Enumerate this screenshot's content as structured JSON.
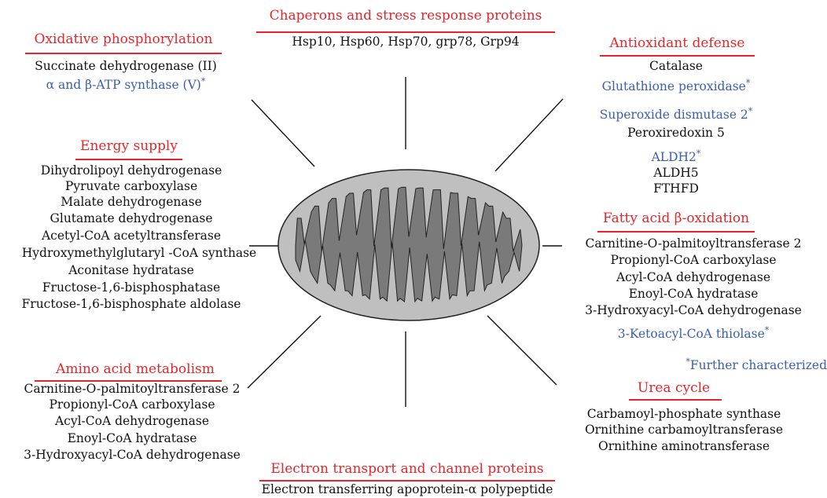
{
  "colors": {
    "title": "#e5262b",
    "text": "#111111",
    "highlight": "#3b5fae",
    "mito_outer": "#bfbfbf",
    "mito_inner": "#7a7a7a"
  },
  "chaperons": {
    "title": "Chaperons and stress response proteins",
    "items": "Hsp10, Hsp60, Hsp70,  grp78, Grp94"
  },
  "oxidative": {
    "title": "Oxidative phosphorylation",
    "item1": "Succinate dehydrogenase (II)",
    "item2": "α and  β-ATP synthase (V)",
    "star": "*"
  },
  "antioxidant": {
    "title": "Antioxidant defense",
    "catalase": "Catalase",
    "gpx": "Glutathione peroxidase",
    "sod2": "Superoxide dismutase 2",
    "prx5": "Peroxiredoxin 5",
    "aldh2": "ALDH2",
    "aldh5": "ALDH5",
    "fthfd": "FTHFD",
    "star": "*"
  },
  "energy": {
    "title": "Energy supply",
    "items": [
      "Dihydrolipoyl dehydrogenase",
      "Pyruvate carboxylase",
      "Malate dehydrogenase",
      "Glutamate dehydrogenase",
      "Acetyl-CoA acetyltransferase",
      "Hydroxymethylglutaryl  -CoA synthase",
      "Aconitase hydratase",
      "Fructose-1,6-bisphosphatase",
      "Fructose-1,6-bisphosphate aldolase"
    ]
  },
  "fatty": {
    "title": "Fatty acid β-oxidation",
    "items": [
      "Carnitine-O-palmitoyltransferase 2",
      "Propionyl-CoA carboxylase",
      "Acyl-CoA dehydrogenase",
      "Enoyl-CoA hydratase",
      "3-Hydroxyacyl-CoA dehydrogenase"
    ],
    "thiolase": "3-Ketoacyl-CoA thiolase",
    "star": "*"
  },
  "legend": {
    "star": "*",
    "text": "Further characterized"
  },
  "amino": {
    "title": "Amino acid metabolism",
    "items": [
      "Carnitine-O-palmitoyltransferase 2",
      "Propionyl-CoA carboxylase",
      "Acyl-CoA dehydrogenase",
      "Enoyl-CoA hydratase",
      "3-Hydroxyacyl-CoA dehydrogenase"
    ]
  },
  "urea": {
    "title": "Urea cycle",
    "items": [
      "Carbamoyl-phosphate synthase",
      "Ornithine carbamoyltransferase",
      "Ornithine aminotransferase"
    ]
  },
  "electron": {
    "title": "Electron transport and channel proteins",
    "item": "Electron transferring apoprotein-α polypeptide"
  }
}
